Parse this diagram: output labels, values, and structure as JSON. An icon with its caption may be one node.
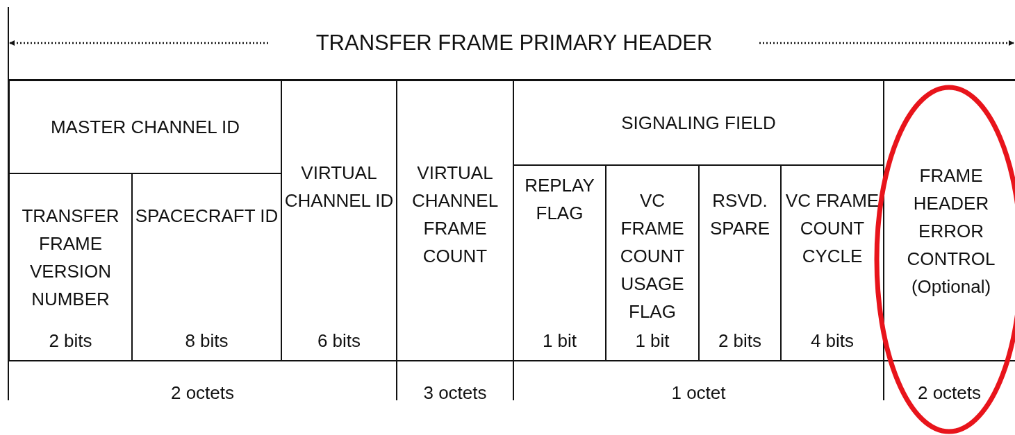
{
  "diagram": {
    "title": "TRANSFER FRAME PRIMARY HEADER",
    "nodes": [
      {
        "text": [
          "MASTER CHANNEL ID"
        ]
      },
      {
        "text": [
          "TRANSFER FRAME VERSION NUMBER",
          "2 bits"
        ]
      },
      {
        "text": [
          "SPACECRAFT ID",
          "8 bits"
        ]
      },
      {
        "text": [
          "VIRTUAL CHANNEL ID",
          "6 bits"
        ]
      },
      {
        "text": [
          "VIRTUAL CHANNEL FRAME COUNT"
        ]
      },
      {
        "text": [
          "SIGNALING FIELD"
        ]
      },
      {
        "text": [
          "REPLAY FLAG",
          "1 bit"
        ]
      },
      {
        "text": [
          "VC FRAME COUNT USAGE FLAG",
          "1 bit"
        ]
      },
      {
        "text": [
          "RSVD. SPARE",
          "2 bits"
        ]
      },
      {
        "text": [
          "VC FRAME COUNT CYCLE",
          "4 bits"
        ]
      },
      {
        "text": [
          "FRAME HEADER ERROR CONTROL (Optional)"
        ]
      }
    ],
    "labels": [
      "2 octets",
      "3 octets",
      "1 octet",
      "2 octets"
    ]
  }
}
